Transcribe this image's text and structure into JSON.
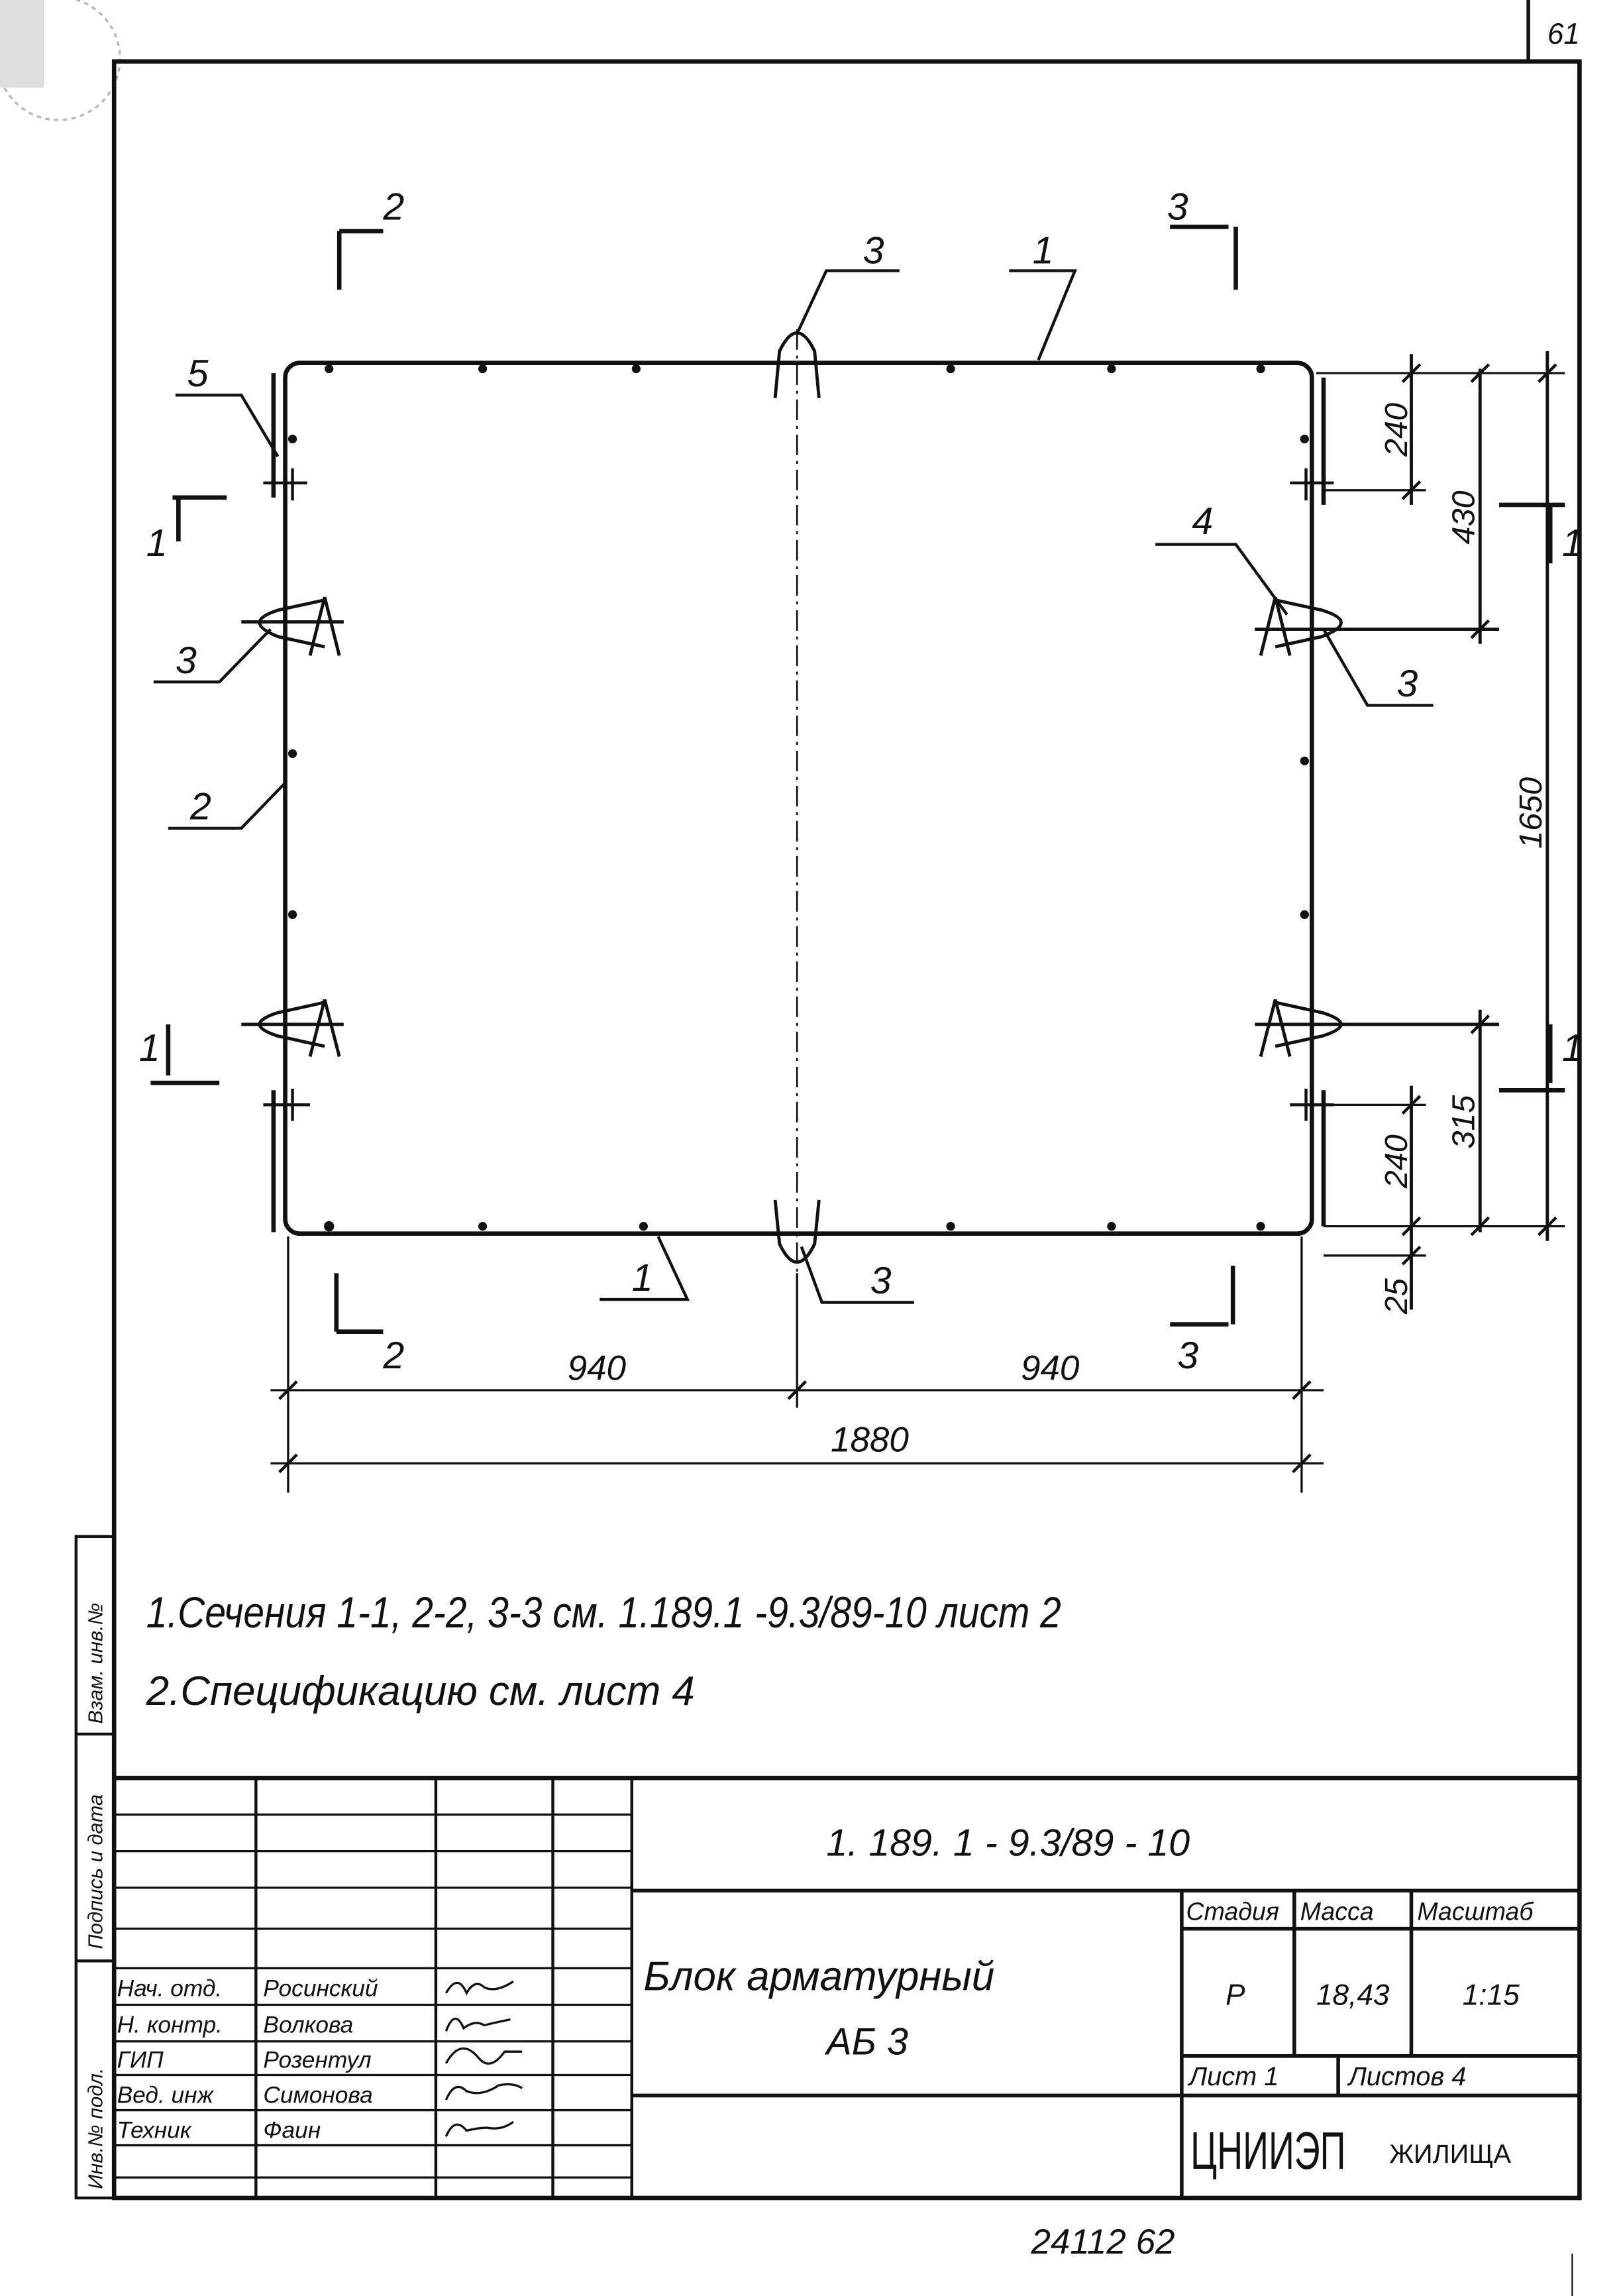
{
  "sheet_corner_number": "61",
  "bottom_code": "24112 62",
  "side_strip": {
    "replace_inv": "Взам. инв.№",
    "signature_date": "Подпись и дата",
    "orig_inv": "Инв.№ подл."
  },
  "drawing": {
    "section_labels": {
      "s2_top": "2",
      "s3_top": "3",
      "s2_bottom": "2",
      "s3_bottom": "3",
      "s1_left_top": "1",
      "s1_left_bottom": "1",
      "s1_right_top": "1",
      "s1_right_bottom": "1"
    },
    "leaders": {
      "top_1": "1",
      "top_3": "3",
      "left_5": "5",
      "left_3": "3",
      "left_2": "2",
      "right_4": "4",
      "right_3": "3",
      "bottom_1": "1",
      "bottom_3": "3"
    },
    "dimensions": {
      "bottom_left": "940",
      "bottom_right": "940",
      "bottom_total": "1880",
      "right_top_240": "240",
      "right_430": "430",
      "right_1650": "1650",
      "right_315": "315",
      "right_bottom_240": "240",
      "right_25": "25"
    }
  },
  "notes": [
    "1.Сечения  1-1,  2-2,  3-3  см.  1.189.1 -9.3/89-10 лист 2",
    "2.Спецификацию  см.  лист  4"
  ],
  "title_block": {
    "designation": "1. 189. 1 - 9.3/89 - 10",
    "name_line1": "Блок  арматурный",
    "name_line2": "АБ 3",
    "headers": {
      "stage": "Стадия",
      "mass": "Масса",
      "scale": "Масштаб"
    },
    "values": {
      "stage": "Р",
      "mass": "18,43",
      "scale": "1:15"
    },
    "sheet": "Лист  1",
    "sheets_total": "Листов 4",
    "organization": "ЦНИИЭП",
    "organization_suffix": "ЖИЛИЩА",
    "signatories": [
      {
        "role": "Нач. отд.",
        "name": "Росинский"
      },
      {
        "role": "Н. контр.",
        "name": "Волкова"
      },
      {
        "role": "ГИП",
        "name": "Розентул"
      },
      {
        "role": "Вед. инж",
        "name": "Симонова"
      },
      {
        "role": "Техник",
        "name": "Фаин"
      }
    ]
  }
}
